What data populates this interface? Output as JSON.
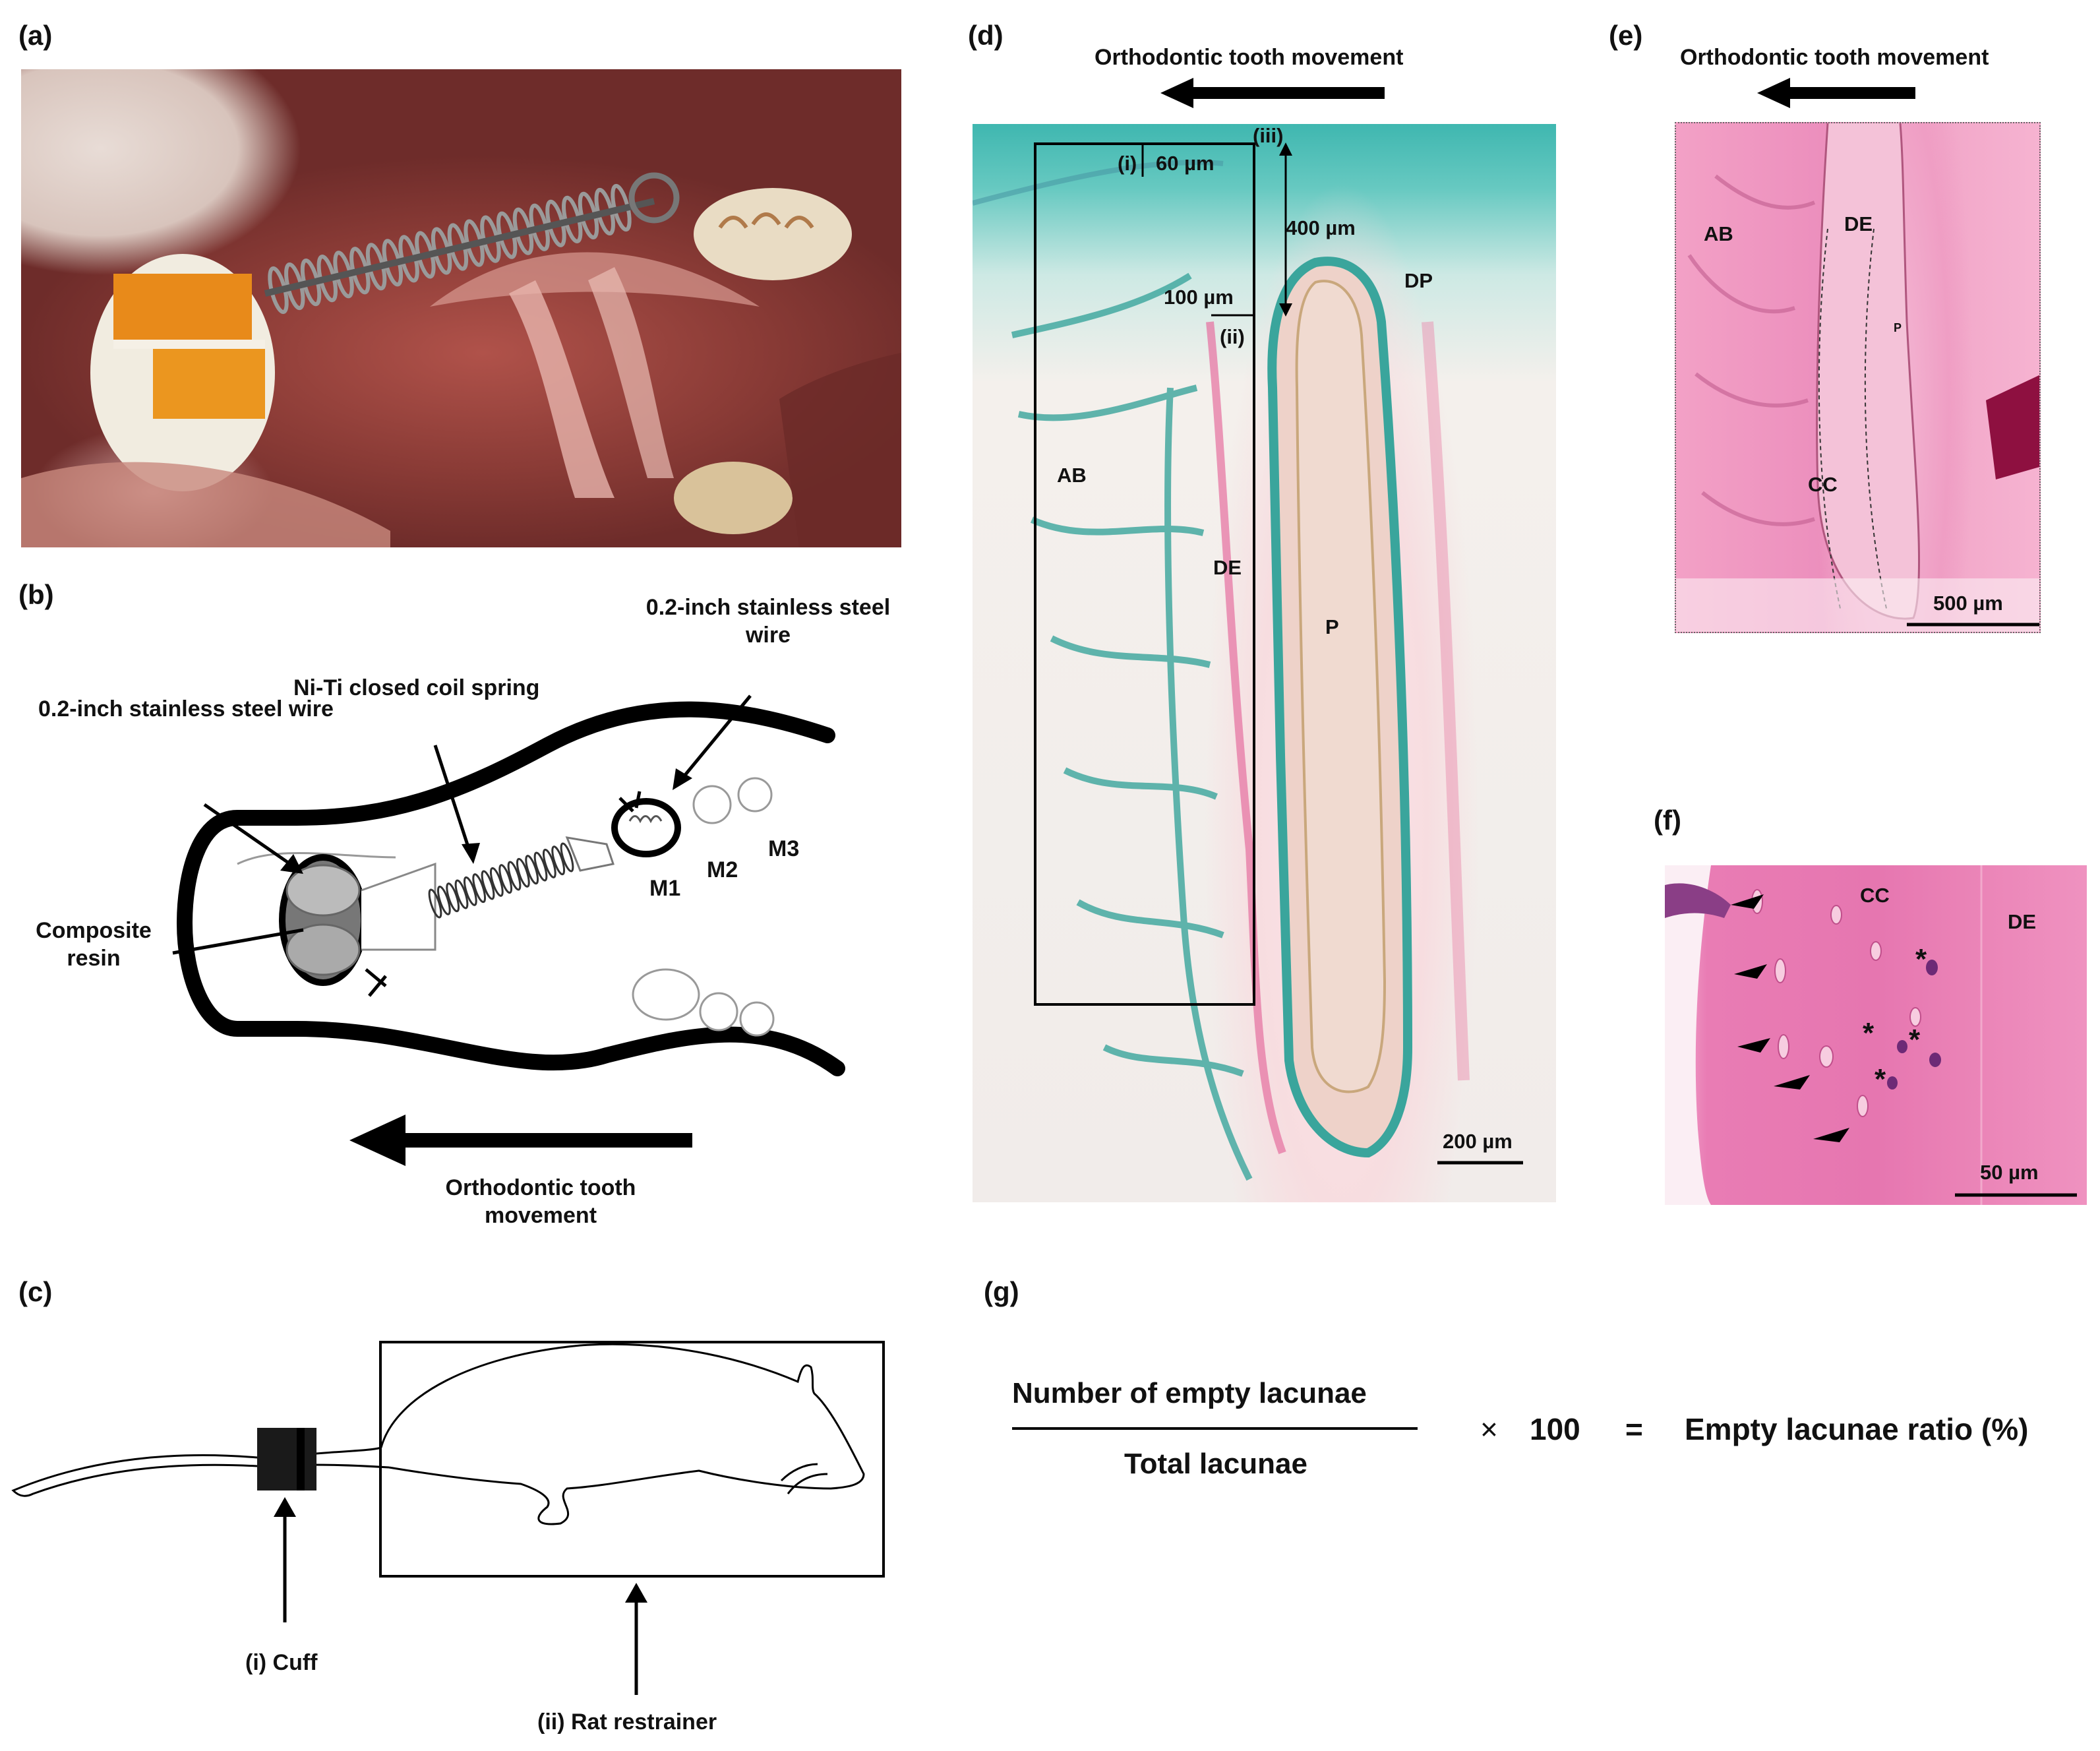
{
  "panels": {
    "a": {
      "label": "(a)"
    },
    "b": {
      "label": "(b)",
      "wire_left": "0.2-inch stainless steel wire",
      "coil": "Ni-Ti closed coil spring",
      "wire_right": "0.2-inch stainless steel wire",
      "resin": "Composite resin",
      "m1": "M1",
      "m2": "M2",
      "m3": "M3",
      "movement": "Orthodontic tooth movement"
    },
    "c": {
      "label": "(c)",
      "cuff": "(i) Cuff",
      "restrainer": "(ii) Rat restrainer"
    },
    "d": {
      "label": "(d)",
      "movement": "Orthodontic tooth movement",
      "i": "(i)",
      "ii": "(ii)",
      "iii": "(iii)",
      "m60": "60 µm",
      "m400": "400 µm",
      "m100": "100 µm",
      "DP": "DP",
      "AB": "AB",
      "DE": "DE",
      "P": "P",
      "scale": "200 µm"
    },
    "e": {
      "label": "(e)",
      "movement": "Orthodontic tooth movement",
      "AB": "AB",
      "DE": "DE",
      "P": "P",
      "CC": "CC",
      "scale": "500 µm"
    },
    "f": {
      "label": "(f)",
      "CC": "CC",
      "DE": "DE",
      "asterisk": "*",
      "scale": "50 µm"
    },
    "g": {
      "label": "(g)",
      "numerator": "Number of empty lacunae",
      "denominator": "Total lacunae",
      "times": "×",
      "hundred": "100",
      "equals": "=",
      "result": "Empty lacunae ratio (%)"
    }
  }
}
